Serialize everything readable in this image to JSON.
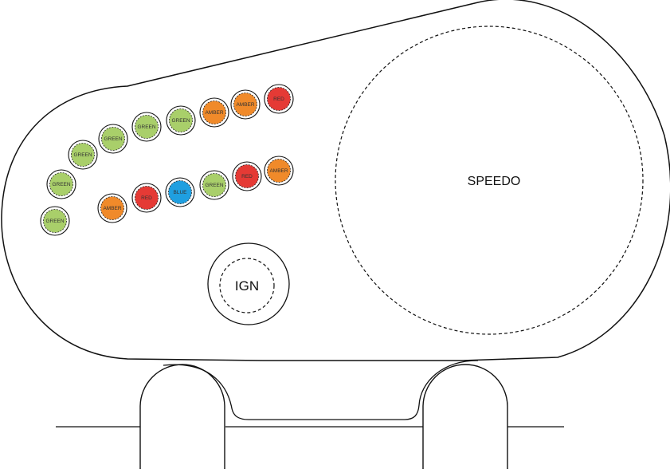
{
  "colors": {
    "GREEN": "#a9cf6a",
    "AMBER": "#f08a2a",
    "RED": "#e53a35",
    "BLUE": "#1f9fe0",
    "outline": "#111111",
    "background": "#ffffff"
  },
  "speedo": {
    "label": "SPEEDO"
  },
  "ignition": {
    "label": "IGN"
  },
  "upper_lamps": [
    {
      "label": "GREEN",
      "color": "GREEN"
    },
    {
      "label": "GREEN",
      "color": "GREEN"
    },
    {
      "label": "GREEN",
      "color": "GREEN"
    },
    {
      "label": "GREEN",
      "color": "GREEN"
    },
    {
      "label": "GREEN",
      "color": "GREEN"
    },
    {
      "label": "GREEN",
      "color": "GREEN"
    },
    {
      "label": "AMBER",
      "color": "AMBER"
    },
    {
      "label": "AMBER",
      "color": "AMBER"
    },
    {
      "label": "RED",
      "color": "RED"
    }
  ],
  "lower_lamps": [
    {
      "label": "AMBER",
      "color": "AMBER"
    },
    {
      "label": "RED",
      "color": "RED"
    },
    {
      "label": "BLUE",
      "color": "BLUE"
    },
    {
      "label": "GREEN",
      "color": "GREEN"
    },
    {
      "label": "RED",
      "color": "RED"
    },
    {
      "label": "AMBER",
      "color": "AMBER"
    }
  ]
}
